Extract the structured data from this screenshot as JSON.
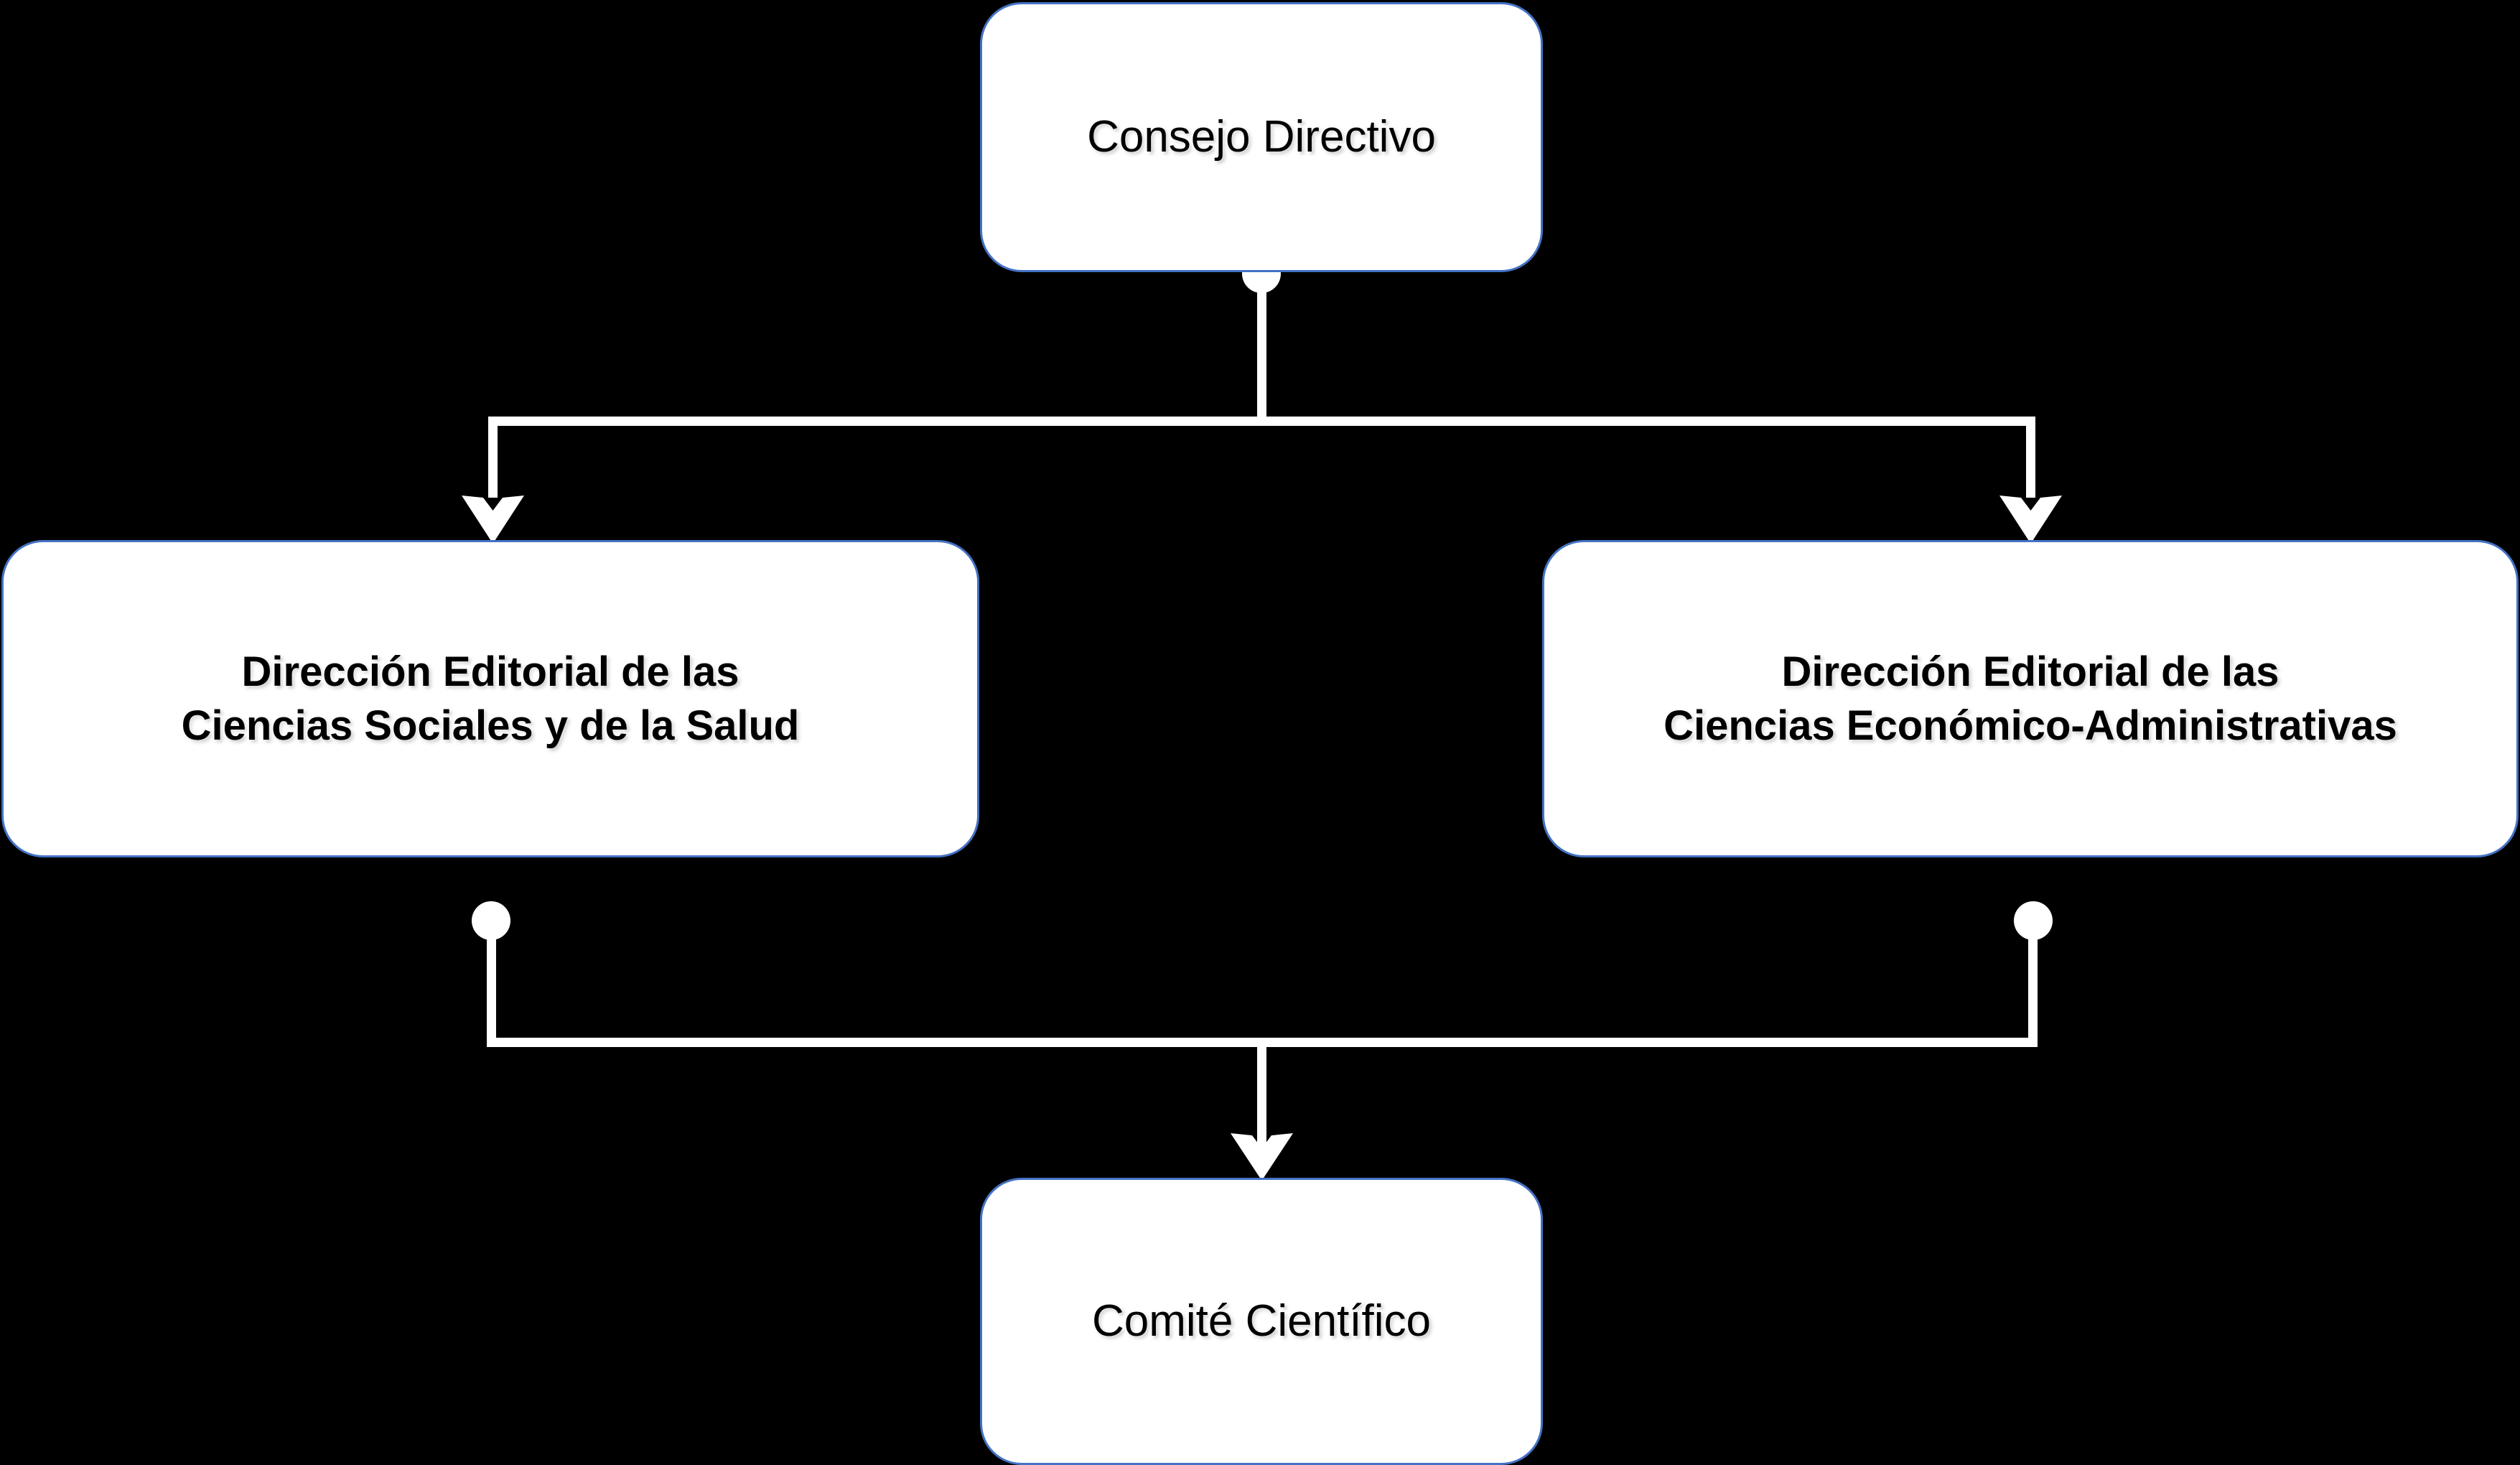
{
  "diagram": {
    "type": "organizational-chart",
    "title": "",
    "background_color": "#000000",
    "node_fill_color": "#FFFFFF",
    "node_border_color": "#4472C4",
    "connector_color": "#FFFFFF",
    "text_color": "#000000",
    "nodes": [
      {
        "id": "consejo-directivo",
        "label": "Consejo Directivo",
        "level": 1,
        "bold": false
      },
      {
        "id": "direccion-sociales-salud",
        "label": "Dirección Editorial de las\nCiencias Sociales y de la Salud",
        "level": 2,
        "bold": true
      },
      {
        "id": "direccion-economico-administrativas",
        "label": "Dirección Editorial de las\nCiencias Económico-Administrativas",
        "level": 2,
        "bold": true
      },
      {
        "id": "comite-cientifico",
        "label": "Comité Científico",
        "level": 3,
        "bold": false
      }
    ],
    "edges": [
      {
        "from": "consejo-directivo",
        "to": "direccion-sociales-salud",
        "arrow": "to"
      },
      {
        "from": "consejo-directivo",
        "to": "direccion-economico-administrativas",
        "arrow": "to"
      },
      {
        "from": "direccion-sociales-salud",
        "to": "comite-cientifico",
        "arrow": "to"
      },
      {
        "from": "direccion-economico-administrativas",
        "to": "comite-cientifico",
        "arrow": "to"
      }
    ]
  }
}
